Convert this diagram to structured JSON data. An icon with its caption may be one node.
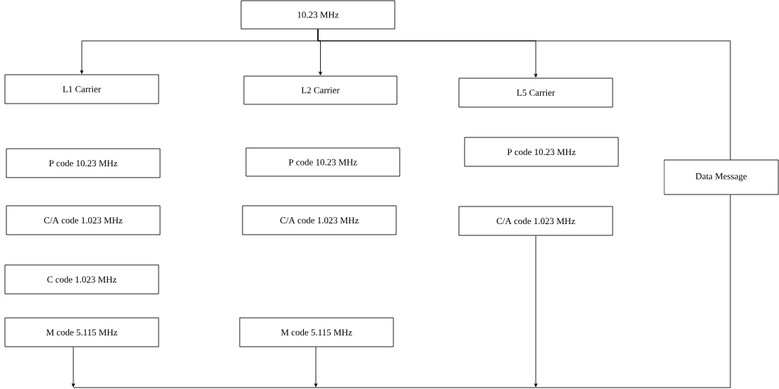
{
  "diagram": {
    "nodes": [
      {
        "text": [
          "10.23 MHz"
        ]
      },
      {
        "text": [
          "L1 Carrier"
        ]
      },
      {
        "text": [
          "L2 Carrier"
        ]
      },
      {
        "text": [
          "L5 Carrier"
        ]
      },
      {
        "text": [
          "P code 10.23 MHz"
        ]
      },
      {
        "text": [
          "P code 10.23 MHz"
        ]
      },
      {
        "text": [
          "P code 10.23 MHz"
        ]
      },
      {
        "text": [
          "Data Message"
        ]
      },
      {
        "text": [
          "C/A code 1.023 MHz"
        ]
      },
      {
        "text": [
          "C/A code 1.023 MHz"
        ]
      },
      {
        "text": [
          "C/A code 1.023 MHz"
        ]
      },
      {
        "text": [
          "C code 1.023 MHz"
        ]
      },
      {
        "text": [
          "M code 5.115 MHz"
        ]
      },
      {
        "text": [
          "M code 5.115 MHz"
        ]
      }
    ],
    "edges": [
      {
        "from": 0,
        "to": 1,
        "arrow": "to"
      },
      {
        "from": 0,
        "to": 2,
        "arrow": "to"
      },
      {
        "from": 0,
        "to": 3,
        "arrow": "to"
      },
      {
        "from": 0,
        "to": 7,
        "arrow": "none"
      },
      {
        "from": 12,
        "to": null,
        "arrow": "to"
      },
      {
        "from": 13,
        "to": null,
        "arrow": "to"
      },
      {
        "from": 10,
        "to": null,
        "arrow": "to"
      },
      {
        "from": null,
        "to": 7,
        "arrow": "none"
      }
    ]
  }
}
